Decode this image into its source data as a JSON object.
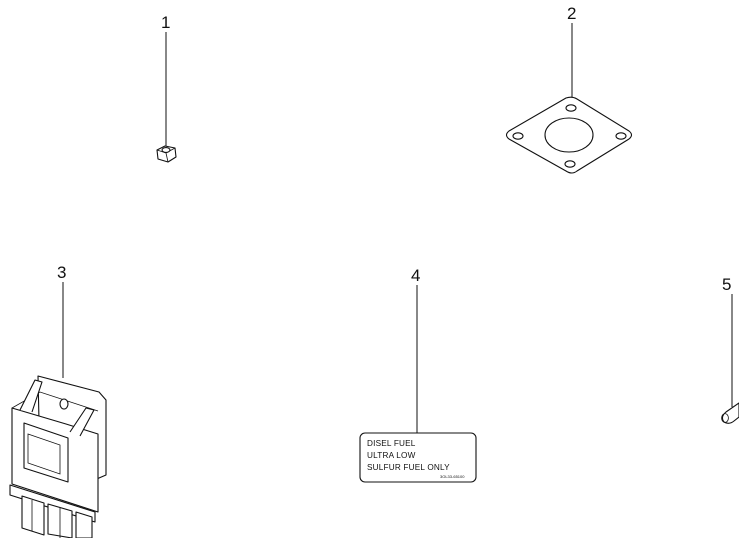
{
  "parts": [
    {
      "callout": "1",
      "icon": "hex-nut-icon"
    },
    {
      "callout": "2",
      "icon": "square-gasket-icon"
    },
    {
      "callout": "3",
      "icon": "relay-module-icon"
    },
    {
      "callout": "4",
      "icon": "fuel-label-decal-icon"
    },
    {
      "callout": "5",
      "icon": "pin-icon"
    }
  ],
  "decal": {
    "line1": "DISEL  FUEL",
    "line2": "ULTRA LOW",
    "line3": "SULFUR FUEL  ONLY",
    "code": "3OL33-65100"
  }
}
